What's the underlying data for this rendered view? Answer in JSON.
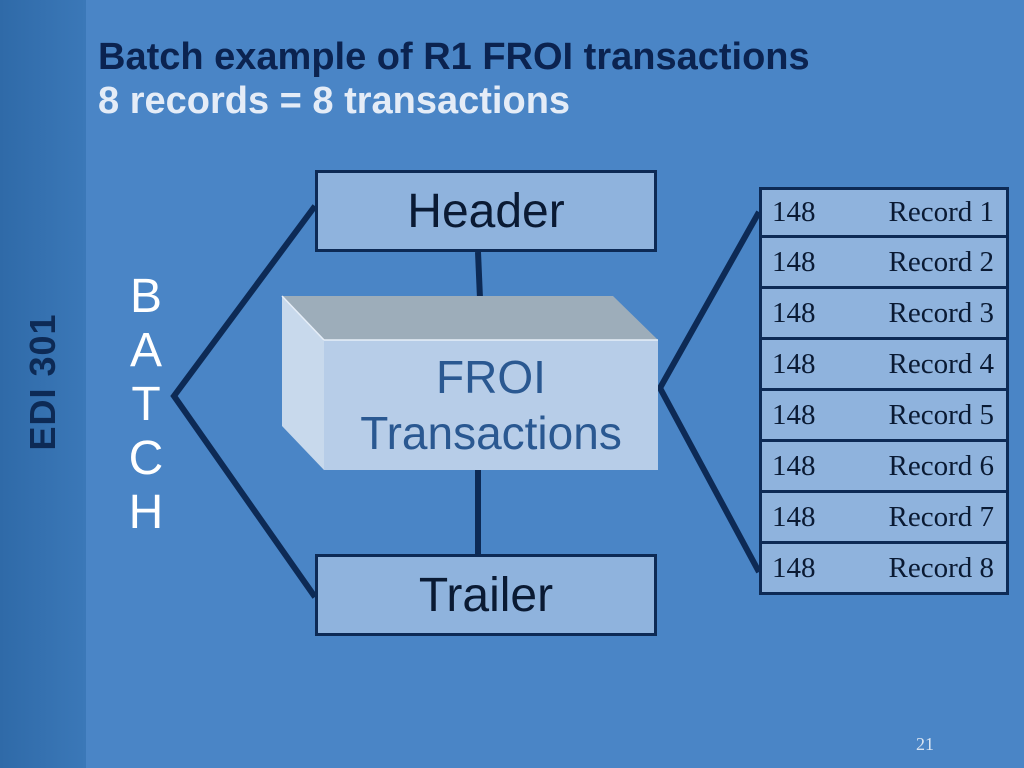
{
  "sidebar": {
    "label": "EDI 301"
  },
  "title": "Batch example of R1 FROI transactions",
  "subtitle": "8 records = 8 transactions",
  "batch_letters": [
    "B",
    "A",
    "T",
    "C",
    "H"
  ],
  "diagram": {
    "header": "Header",
    "froi_line1": "FROI",
    "froi_line2": "Transactions",
    "trailer": "Trailer"
  },
  "records": [
    {
      "code": "148",
      "name": "Record 1"
    },
    {
      "code": "148",
      "name": "Record 2"
    },
    {
      "code": "148",
      "name": "Record 3"
    },
    {
      "code": "148",
      "name": "Record 4"
    },
    {
      "code": "148",
      "name": "Record 5"
    },
    {
      "code": "148",
      "name": "Record 6"
    },
    {
      "code": "148",
      "name": "Record 7"
    },
    {
      "code": "148",
      "name": "Record 8"
    }
  ],
  "page_number": "21",
  "colors": {
    "background": "#4a85c6",
    "sidebar": "#2f6aa8",
    "box_fill": "#8fb3dd",
    "line": "#0d2a55",
    "title": "#0b2350"
  }
}
